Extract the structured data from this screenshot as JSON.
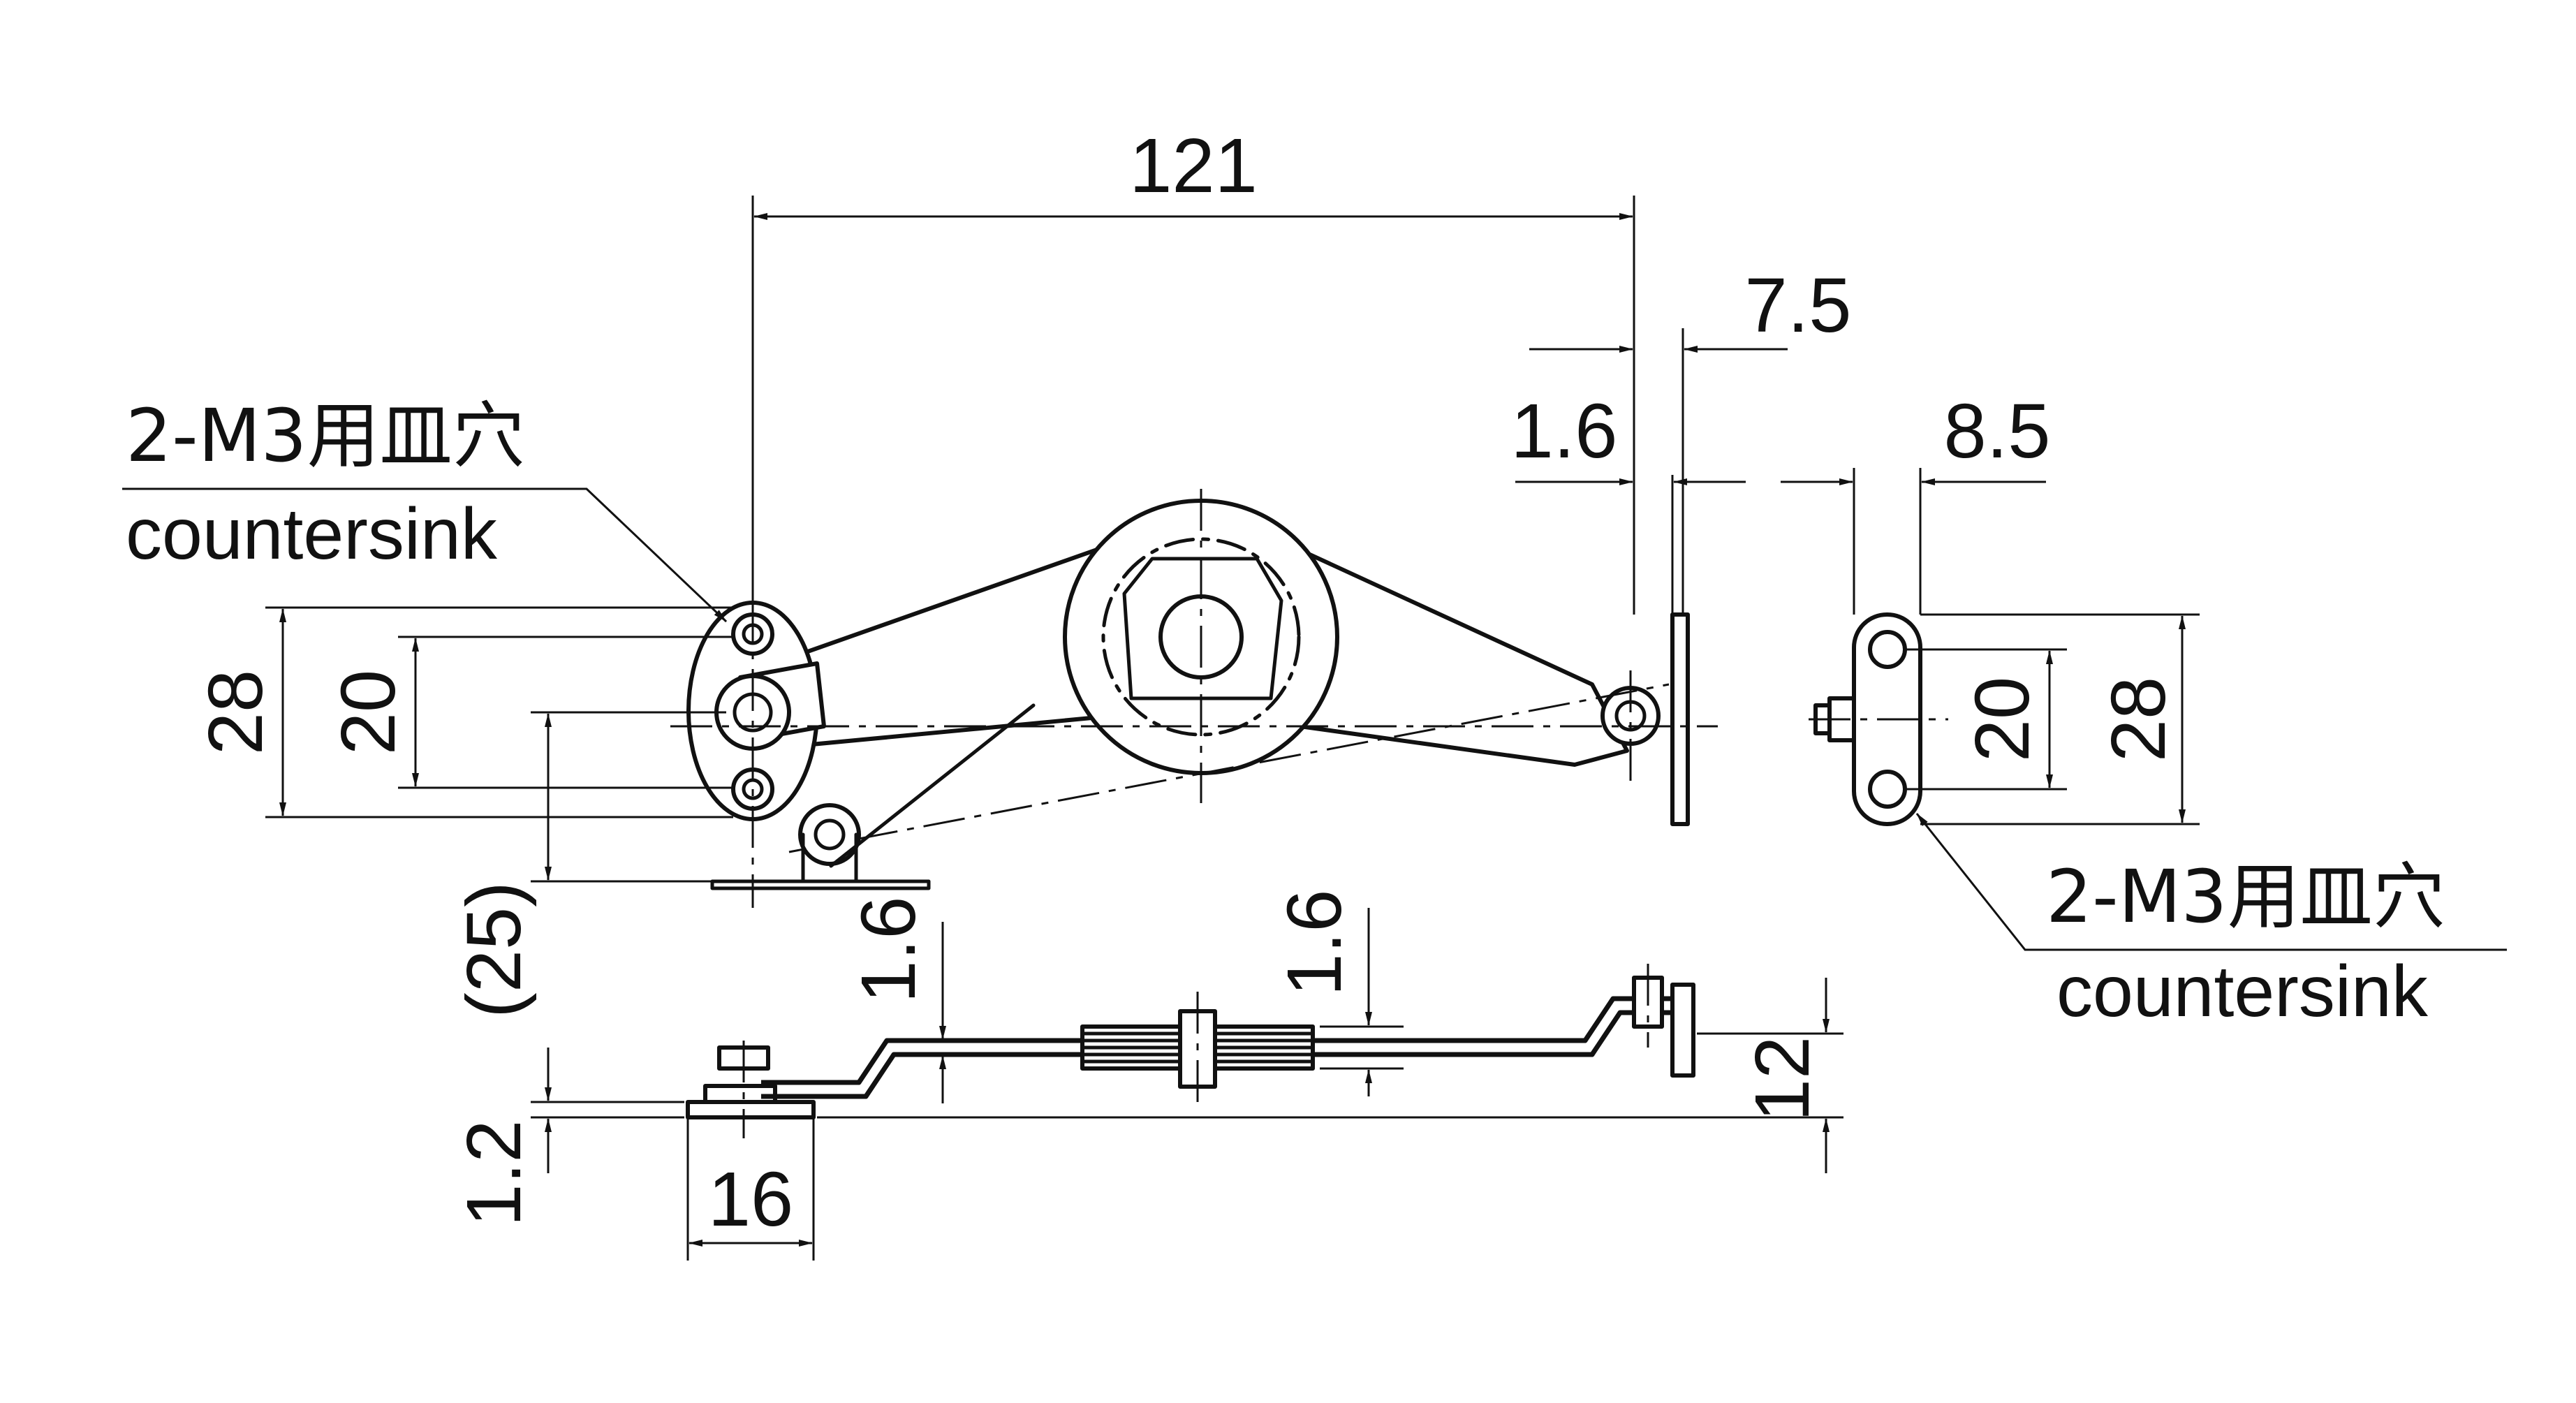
{
  "dimensions": {
    "overall_length": "121",
    "bracket_offset": "7.5",
    "plate_thickness": "1.6",
    "side_width": "8.5",
    "left_hole_outer": "28",
    "left_hole_pitch": "20",
    "right_hole_pitch": "20",
    "right_hole_outer": "28",
    "pivot_drop": "(25)",
    "arm_thickness_left": "1.6",
    "arm_thickness_center": "1.6",
    "height": "12",
    "base_thickness": "1.2",
    "base_width": "16"
  },
  "annotations": {
    "left_hole_spec": "2-M3用皿穴",
    "left_hole_note": "countersink",
    "right_hole_spec": "2-M3用皿穴",
    "right_hole_note": "countersink"
  }
}
